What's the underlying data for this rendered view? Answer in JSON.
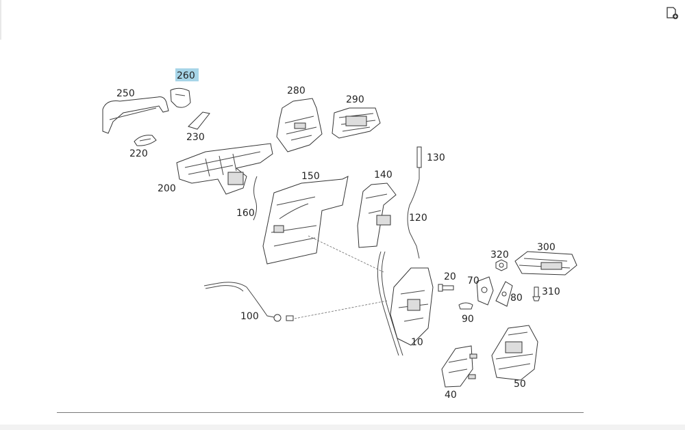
{
  "toolbar": {
    "export_icon": "document-add-icon"
  },
  "diagram": {
    "highlighted_callout": "260",
    "callouts": {
      "c10": "10",
      "c20": "20",
      "c40": "40",
      "c50": "50",
      "c70": "70",
      "c80": "80",
      "c90": "90",
      "c100": "100",
      "c120": "120",
      "c130": "130",
      "c140": "140",
      "c150": "150",
      "c160": "160",
      "c200": "200",
      "c220": "220",
      "c230": "230",
      "c250": "250",
      "c260": "260",
      "c280": "280",
      "c290": "290",
      "c300": "300",
      "c310": "310",
      "c320": "320"
    }
  }
}
